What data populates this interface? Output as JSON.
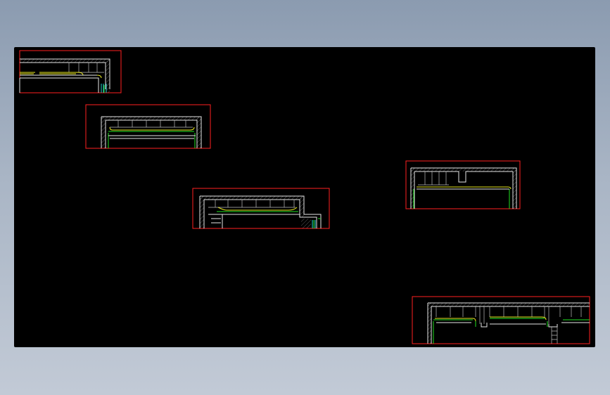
{
  "colors": {
    "page_background": "#9aa8ba",
    "viewport_background": "#000000",
    "frame": "#ff2020",
    "wall": "#e6e6e6",
    "yellow": "#e8e820",
    "green": "#20e020",
    "cyan": "#20d0d0"
  },
  "drawing": {
    "detail_count": 5,
    "details": [
      {
        "id": "detail-1"
      },
      {
        "id": "detail-2"
      },
      {
        "id": "detail-3"
      },
      {
        "id": "detail-4"
      },
      {
        "id": "detail-5"
      }
    ]
  }
}
